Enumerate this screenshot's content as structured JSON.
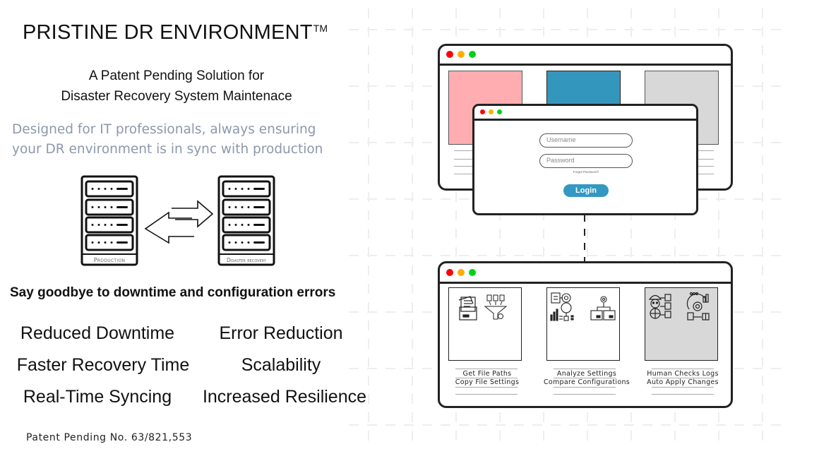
{
  "header": {
    "title": "PRISTINE DR ENVIRONMENT",
    "trademark": "TM",
    "subtitle_line1": "A Patent Pending Solution for",
    "subtitle_line2": "Disaster Recovery System Maintenace",
    "description_line1": "Designed for IT professionals, always ensuring",
    "description_line2": "your DR environment is in sync with production"
  },
  "servers": {
    "left_label": "Production",
    "right_label": "Disaster recovery"
  },
  "tagline": "Say goodbye to downtime and configuration errors",
  "benefits": [
    "Reduced Downtime",
    "Error Reduction",
    "Faster Recovery Time",
    "Scalability",
    "Real-Time Syncing",
    "Increased Resilience"
  ],
  "patent_note": "Patent Pending No. 63/821,553",
  "colors": {
    "dot_red": "#ff0000",
    "dot_yellow": "#ffae00",
    "dot_green": "#00d21a",
    "panel_pink": "#ffadb0",
    "panel_blue": "#3397bd",
    "panel_gray": "#d8d8d8",
    "login_blue": "#3399c2",
    "description_gray": "#8d98ab"
  },
  "login_window": {
    "username_placeholder": "Username",
    "password_placeholder": "Password",
    "forgot_link": "Forgot Password?",
    "login_button": "Login"
  },
  "process_window": {
    "steps": [
      {
        "line1": "Get File Paths",
        "line2": "Copy File Settings",
        "icons": [
          "folder-documents-icon",
          "file-filter-funnel-icon"
        ]
      },
      {
        "line1": "Analyze Settings",
        "line2": "Compare Configurations",
        "icons": [
          "analytics-magnifier-icon",
          "folder-network-gear-icon"
        ]
      },
      {
        "line1": "Human Checks Logs",
        "line2": "Auto Apply Changes",
        "icons": [
          "engineer-icon",
          "automation-cycle-icon"
        ]
      }
    ]
  }
}
